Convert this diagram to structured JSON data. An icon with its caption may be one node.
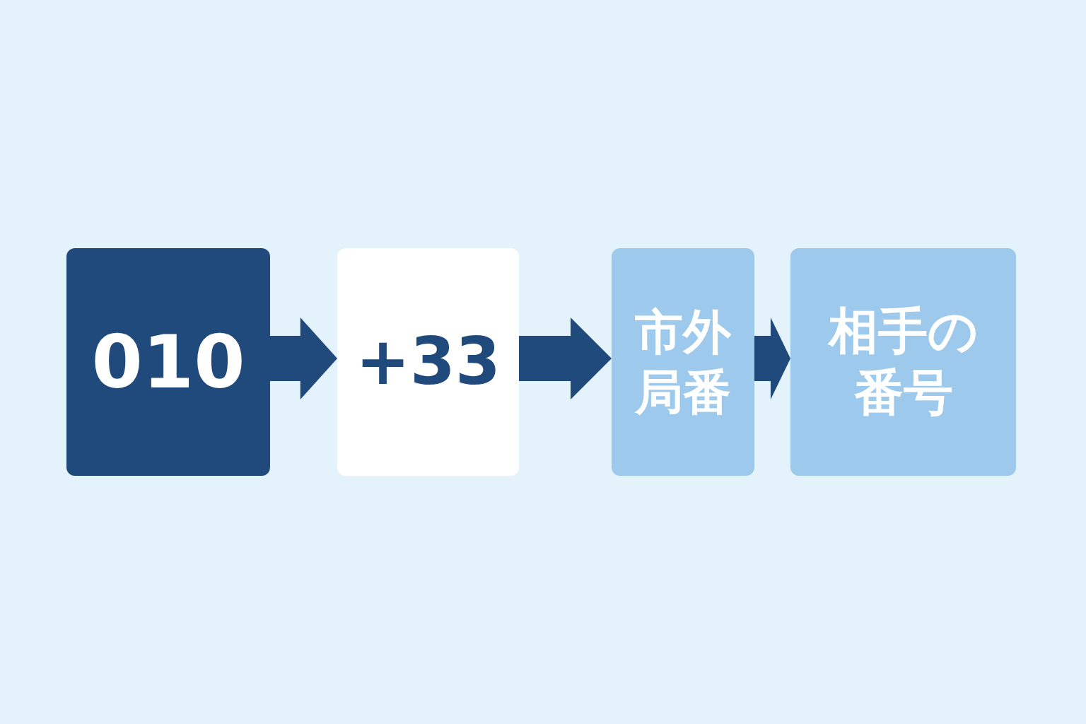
{
  "diagram": {
    "nodes": [
      {
        "text": [
          "010"
        ]
      },
      {
        "text": [
          "+33"
        ]
      },
      {
        "text": [
          "市外局番"
        ]
      },
      {
        "text": [
          "相手の番号"
        ]
      }
    ],
    "edges": [
      {
        "from": 0,
        "to": 1,
        "arrow": "to"
      },
      {
        "from": 1,
        "to": 2,
        "arrow": "to"
      },
      {
        "from": 2,
        "to": 3,
        "arrow": "to"
      }
    ]
  }
}
